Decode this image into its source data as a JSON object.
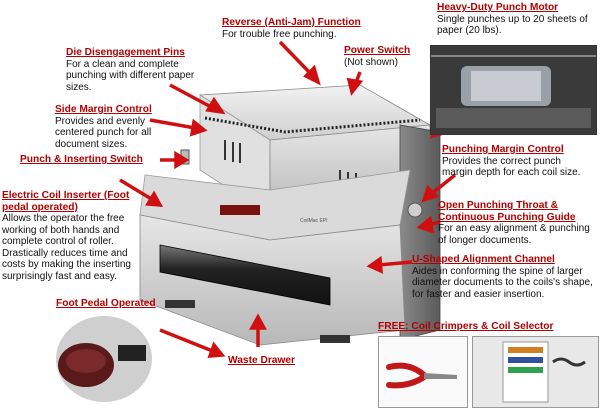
{
  "callouts": {
    "reverse": {
      "title": "Reverse (Anti-Jam) Function",
      "desc": "For trouble free punching."
    },
    "power": {
      "title": "Power Switch",
      "desc": "(Not shown)"
    },
    "motor": {
      "title": "Heavy-Duty Punch Motor",
      "desc": "Single punches up to 20 sheets of paper (20 lbs)."
    },
    "die": {
      "title": "Die Disengagement Pins",
      "desc": "For a clean and complete punching with different paper sizes."
    },
    "side": {
      "title": "Side Margin Control",
      "desc": "Provides and evenly centered punch for all document sizes."
    },
    "punch": {
      "title": "Punch & Inserting Switch",
      "desc": ""
    },
    "coil": {
      "title": "Electric Coil Inserter (Foot pedal operated)",
      "desc": "Allows the operator the free working of both hands and complete control of roller. Drastically reduces time and costs by making the inserting surprisingly fast and easy."
    },
    "margin": {
      "title": "Punching Margin Control",
      "desc": "Provides the correct punch margin depth for each coil size."
    },
    "throat": {
      "title": "Open Punching Throat & Continuous Punching Guide",
      "desc": "For an easy alignment & punching of longer documents."
    },
    "ushaped": {
      "title": "U-Shaped Alignment Channel",
      "desc": "Aides in conforming the spine of larger diameter documents to the coils's shape, for faster and easier insertion."
    },
    "foot": {
      "title": "Foot Pedal Operated",
      "desc": ""
    },
    "waste": {
      "title": "Waste Drawer",
      "desc": ""
    },
    "free": {
      "title": "FREE: Coil Crimpers & Coil Selector",
      "desc": ""
    }
  },
  "machine": {
    "brand_label": "CoilMac EPI"
  },
  "colors": {
    "title_red": "#b30000",
    "arrow_red": "#d01010"
  }
}
